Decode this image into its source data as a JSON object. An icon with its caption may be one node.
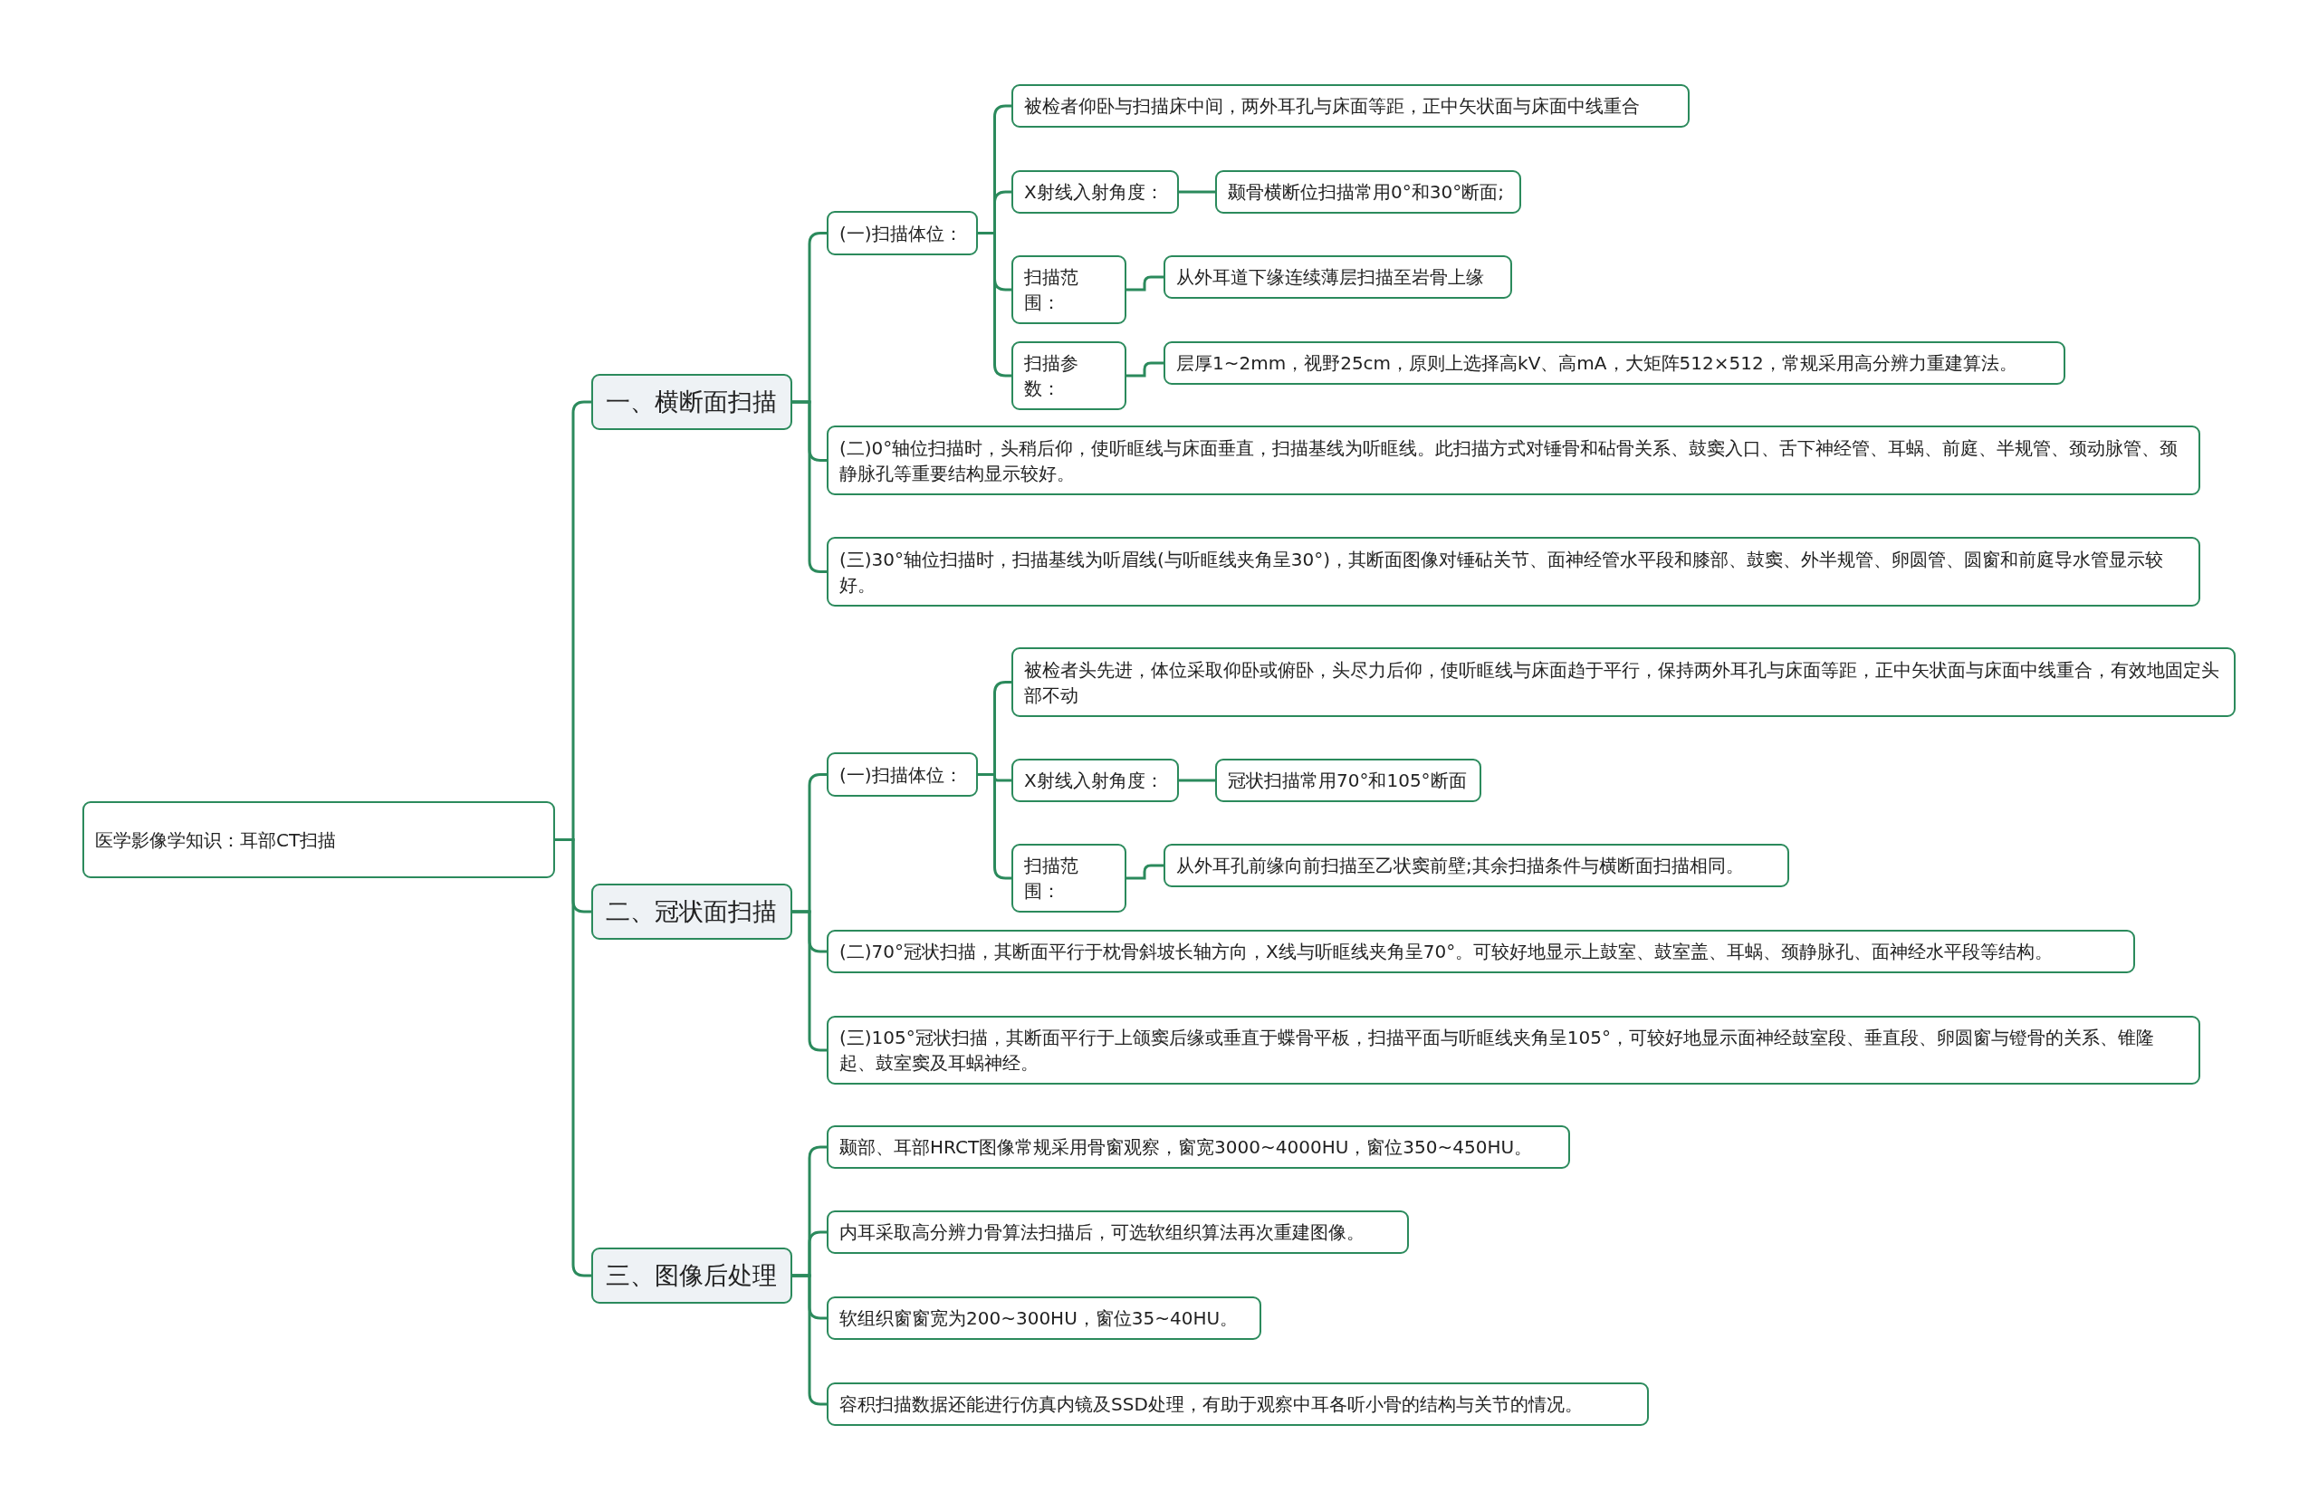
{
  "diagram": {
    "nodes": [
      {
        "text": [
          "医学影像学知识：耳部CT扫描"
        ]
      },
      {
        "text": [
          "一、横断面扫描"
        ]
      },
      {
        "text": [
          "(一)扫描体位："
        ]
      },
      {
        "text": [
          "被检者仰卧与扫描床中间，两外耳孔与床面等距，正中矢状面与床面中线重合"
        ]
      },
      {
        "text": [
          "X射线入射角度："
        ]
      },
      {
        "text": [
          "颞骨横断位扫描常用0°和30°断面;"
        ]
      },
      {
        "text": [
          "扫描范围："
        ]
      },
      {
        "text": [
          "从外耳道下缘连续薄层扫描至岩骨上缘"
        ]
      },
      {
        "text": [
          "扫描参数："
        ]
      },
      {
        "text": [
          "层厚1~2mm，视野25cm，原则上选择高kV、高mA，大矩阵512×512，常规采用高分辨力重建算法。"
        ]
      },
      {
        "text": [
          "(二)0°轴位扫描时，头稍后仰，使听眶线与床面垂直，扫描基线为听眶线。此扫描方式对锤骨和砧骨关系、鼓窦入口、舌下神经管、耳蜗、前庭、半规管、颈动脉管、颈静脉孔等重要结构显示较好。"
        ]
      },
      {
        "text": [
          "(三)30°轴位扫描时，扫描基线为听眉线(与听眶线夹角呈30°)，其断面图像对锤砧关节、面神经管水平段和膝部、鼓窦、外半规管、卵圆管、圆窗和前庭导水管显示较好。"
        ]
      },
      {
        "text": [
          "二、冠状面扫描"
        ]
      },
      {
        "text": [
          "(一)扫描体位："
        ]
      },
      {
        "text": [
          "被检者头先进，体位采取仰卧或俯卧，头尽力后仰，使听眶线与床面趋于平行，保持两外耳孔与床面等距，正中矢状面与床面中线重合，有效地固定头部不动"
        ]
      },
      {
        "text": [
          "X射线入射角度："
        ]
      },
      {
        "text": [
          "冠状扫描常用70°和105°断面"
        ]
      },
      {
        "text": [
          "扫描范围："
        ]
      },
      {
        "text": [
          "从外耳孔前缘向前扫描至乙状窦前壁;其余扫描条件与横断面扫描相同。"
        ]
      },
      {
        "text": [
          "(二)70°冠状扫描，其断面平行于枕骨斜坡长轴方向，X线与听眶线夹角呈70°。可较好地显示上鼓室、鼓室盖、耳蜗、颈静脉孔、面神经水平段等结构。"
        ]
      },
      {
        "text": [
          "(三)105°冠状扫描，其断面平行于上颌窦后缘或垂直于蝶骨平板，扫描平面与听眶线夹角呈105°，可较好地显示面神经鼓室段、垂直段、卵圆窗与镫骨的关系、锥隆起、鼓室窦及耳蜗神经。"
        ]
      },
      {
        "text": [
          "三、图像后处理"
        ]
      },
      {
        "text": [
          "颞部、耳部HRCT图像常规采用骨窗观察，窗宽3000~4000HU，窗位350~450HU。"
        ]
      },
      {
        "text": [
          "内耳采取高分辨力骨算法扫描后，可选软组织算法再次重建图像。"
        ]
      },
      {
        "text": [
          "软组织窗窗宽为200~300HU，窗位35~40HU。"
        ]
      },
      {
        "text": [
          "容积扫描数据还能进行仿真内镜及SSD处理，有助于观察中耳各听小骨的结构与关节的情况。"
        ]
      }
    ],
    "edges": [
      {
        "from": 0,
        "to": 1,
        "arrow": "none"
      },
      {
        "from": 1,
        "to": 2,
        "arrow": "none"
      },
      {
        "from": 2,
        "to": 3,
        "arrow": "none"
      },
      {
        "from": 2,
        "to": 4,
        "arrow": "none"
      },
      {
        "from": 4,
        "to": 5,
        "arrow": "none"
      },
      {
        "from": 2,
        "to": 6,
        "arrow": "none"
      },
      {
        "from": 6,
        "to": 7,
        "arrow": "none"
      },
      {
        "from": 2,
        "to": 8,
        "arrow": "none"
      },
      {
        "from": 8,
        "to": 9,
        "arrow": "none"
      },
      {
        "from": 1,
        "to": 10,
        "arrow": "none"
      },
      {
        "from": 1,
        "to": 11,
        "arrow": "none"
      },
      {
        "from": 0,
        "to": 12,
        "arrow": "none"
      },
      {
        "from": 12,
        "to": 13,
        "arrow": "none"
      },
      {
        "from": 13,
        "to": 14,
        "arrow": "none"
      },
      {
        "from": 13,
        "to": 15,
        "arrow": "none"
      },
      {
        "from": 15,
        "to": 16,
        "arrow": "none"
      },
      {
        "from": 13,
        "to": 17,
        "arrow": "none"
      },
      {
        "from": 17,
        "to": 18,
        "arrow": "none"
      },
      {
        "from": 12,
        "to": 19,
        "arrow": "none"
      },
      {
        "from": 12,
        "to": 20,
        "arrow": "none"
      },
      {
        "from": 0,
        "to": 21,
        "arrow": "none"
      },
      {
        "from": 21,
        "to": 22,
        "arrow": "none"
      },
      {
        "from": 21,
        "to": 23,
        "arrow": "none"
      },
      {
        "from": 21,
        "to": 24,
        "arrow": "none"
      },
      {
        "from": 21,
        "to": 25,
        "arrow": "none"
      }
    ]
  }
}
